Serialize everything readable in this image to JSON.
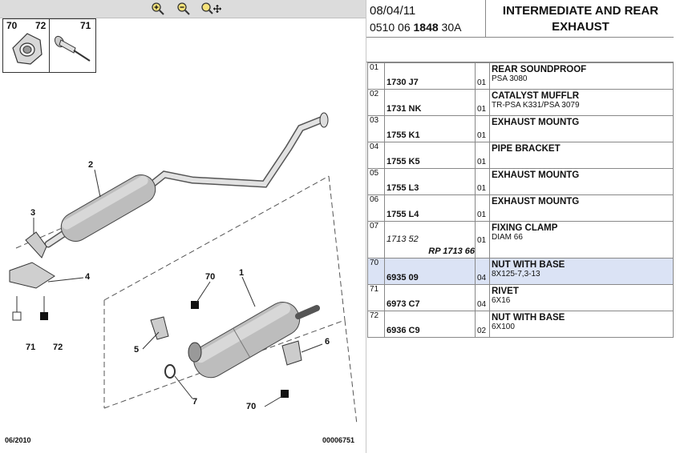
{
  "left_panel": {
    "zoom_in_icon": "zoom-in-icon",
    "zoom_out_icon": "zoom-out-icon",
    "zoom_move_icon": "zoom-move-icon",
    "thumb_labels": {
      "a": "70",
      "b": "72",
      "c": "71"
    },
    "callouts": {
      "c1": "1",
      "c2": "2",
      "c3": "3",
      "c4": "4",
      "c5": "5",
      "c6": "6",
      "c7": "7",
      "c70a": "70",
      "c70b": "70",
      "c71": "71",
      "c72": "72"
    },
    "footer_date": "06/2010",
    "footer_code": "00006751"
  },
  "header": {
    "date": "08/04/11",
    "ref_a": "0510 06 ",
    "ref_b": "1848",
    "ref_c": " 30A",
    "title": "INTERMEDIATE AND REAR EXHAUST"
  },
  "parts": [
    {
      "idx": "01",
      "num": "1730 J7",
      "qty": "01",
      "name": "REAR SOUNDPROOF",
      "sub": "PSA 3080"
    },
    {
      "idx": "02",
      "num": "1731 NK",
      "qty": "01",
      "name": "CATALYST MUFFLR",
      "sub": "TR-PSA K331/PSA 3079"
    },
    {
      "idx": "03",
      "num": "1755 K1",
      "qty": "01",
      "name": "EXHAUST MOUNTG",
      "sub": ""
    },
    {
      "idx": "04",
      "num": "1755 K5",
      "qty": "01",
      "name": "PIPE BRACKET",
      "sub": ""
    },
    {
      "idx": "05",
      "num": "1755 L3",
      "qty": "01",
      "name": "EXHAUST MOUNTG",
      "sub": ""
    },
    {
      "idx": "06",
      "num": "1755 L4",
      "qty": "01",
      "name": "EXHAUST MOUNTG",
      "sub": ""
    },
    {
      "idx": "07",
      "num_old": "1713 52",
      "num": "RP 1713 66",
      "qty": "01",
      "name": "FIXING CLAMP",
      "sub": "DIAM 66"
    },
    {
      "idx": "70",
      "num": "6935 09",
      "qty": "04",
      "name": "NUT WITH BASE",
      "sub": "8X125-7,3-13"
    },
    {
      "idx": "71",
      "num": "6973 C7",
      "qty": "04",
      "name": "RIVET",
      "sub": "6X16"
    },
    {
      "idx": "72",
      "num": "6936 C9",
      "qty": "02",
      "name": "NUT WITH BASE",
      "sub": "6X100"
    }
  ],
  "selected_row": "70",
  "colors": {
    "selected_row": "#dbe3f5",
    "zoombar": "#dcdcdc"
  }
}
